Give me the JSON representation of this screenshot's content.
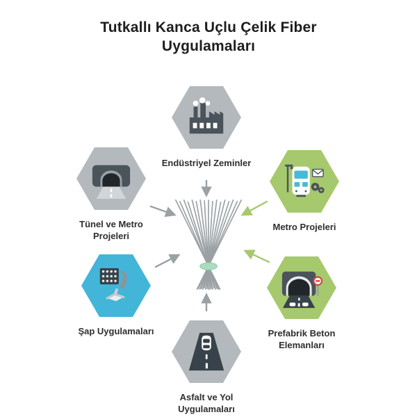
{
  "title": "Tutkallı Kanca Uçlu Çelik Fiber Uygulamaları",
  "colors": {
    "gray_tile": "#b3b9bc",
    "green_tile": "#a6c96d",
    "blue_tile": "#43b5d9",
    "icon_dark": "#4b545a",
    "arrow_gray": "#9aa1a5",
    "arrow_green": "#a6c96d",
    "fiber_gray": "#9aa1a5",
    "tie_green": "#aadcc0",
    "title_text": "#1d1d1f",
    "label_text": "#2e2e30"
  },
  "center": {
    "name": "steel-fiber-bundle"
  },
  "nodes": [
    {
      "label": "Endüstriyel Zeminler",
      "icon": "factory-icon",
      "tile_color": "gray"
    },
    {
      "label": "Tünel ve Metro Projeleri",
      "icon": "tunnel-icon",
      "tile_color": "gray"
    },
    {
      "label": "Metro Projeleri",
      "icon": "metro-train-icon",
      "tile_color": "green"
    },
    {
      "label": "Şap Uygulamaları",
      "icon": "screed-trowel-icon",
      "tile_color": "blue"
    },
    {
      "label": "Prefabrik Beton Elemanları",
      "icon": "tunnel-road-icon",
      "tile_color": "green"
    },
    {
      "label": "Asfalt ve Yol Uygulamaları",
      "icon": "asphalt-road-icon",
      "tile_color": "gray"
    }
  ]
}
